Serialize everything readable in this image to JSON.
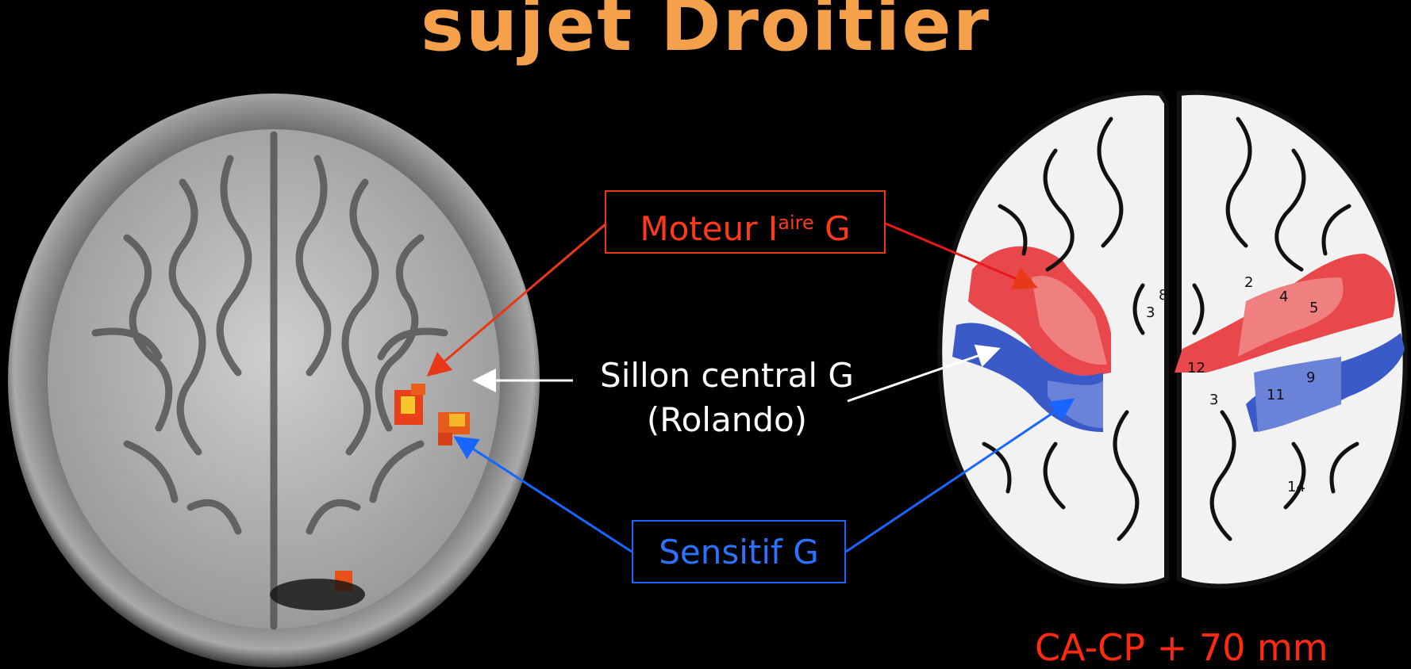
{
  "title": "sujet Droitier",
  "labels": {
    "motor_main": "Moteur I",
    "motor_sup": "aire",
    "motor_side": " G",
    "central_line1": "Sillon central G",
    "central_line2": "(Rolando)",
    "sensory": "Sensitif G"
  },
  "caption": "CA-CP + 70 mm",
  "atlas_numbers": [
    "2",
    "3",
    "4",
    "5",
    "8",
    "9",
    "11",
    "12",
    "3",
    "14"
  ],
  "colors": {
    "title": "#f5a04a",
    "motor": "#ff3a1a",
    "sensory": "#2a72ff",
    "motor_area": "#e8484c",
    "sensory_area": "#3a5ac8"
  }
}
